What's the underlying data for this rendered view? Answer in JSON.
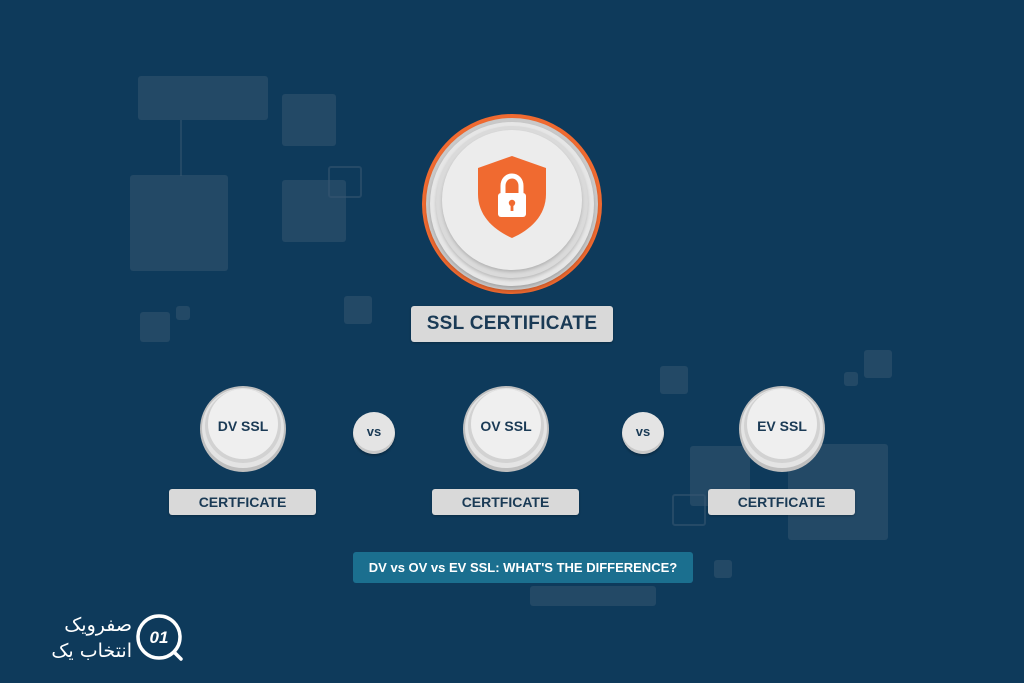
{
  "title": "SSL CERTIFICATE",
  "hero": {
    "icon": "shield-lock-icon",
    "accent": "#f06a30"
  },
  "types": [
    {
      "name": "DV SSL",
      "label": "CERTFICATE"
    },
    {
      "name": "OV SSL",
      "label": "CERTFICATE"
    },
    {
      "name": "EV SSL",
      "label": "CERTFICATE"
    }
  ],
  "separators": [
    "vs",
    "vs"
  ],
  "caption": "DV vs OV vs EV SSL: WHAT'S THE DIFFERENCE?",
  "brand": {
    "line1": "صفرویک",
    "line2": "انتخاب یک",
    "mark": "01"
  },
  "colors": {
    "background": "#0e3a5b",
    "box": "#d9d9d9",
    "text": "#1a3a55",
    "caption_bg": "#1b6f8f"
  }
}
